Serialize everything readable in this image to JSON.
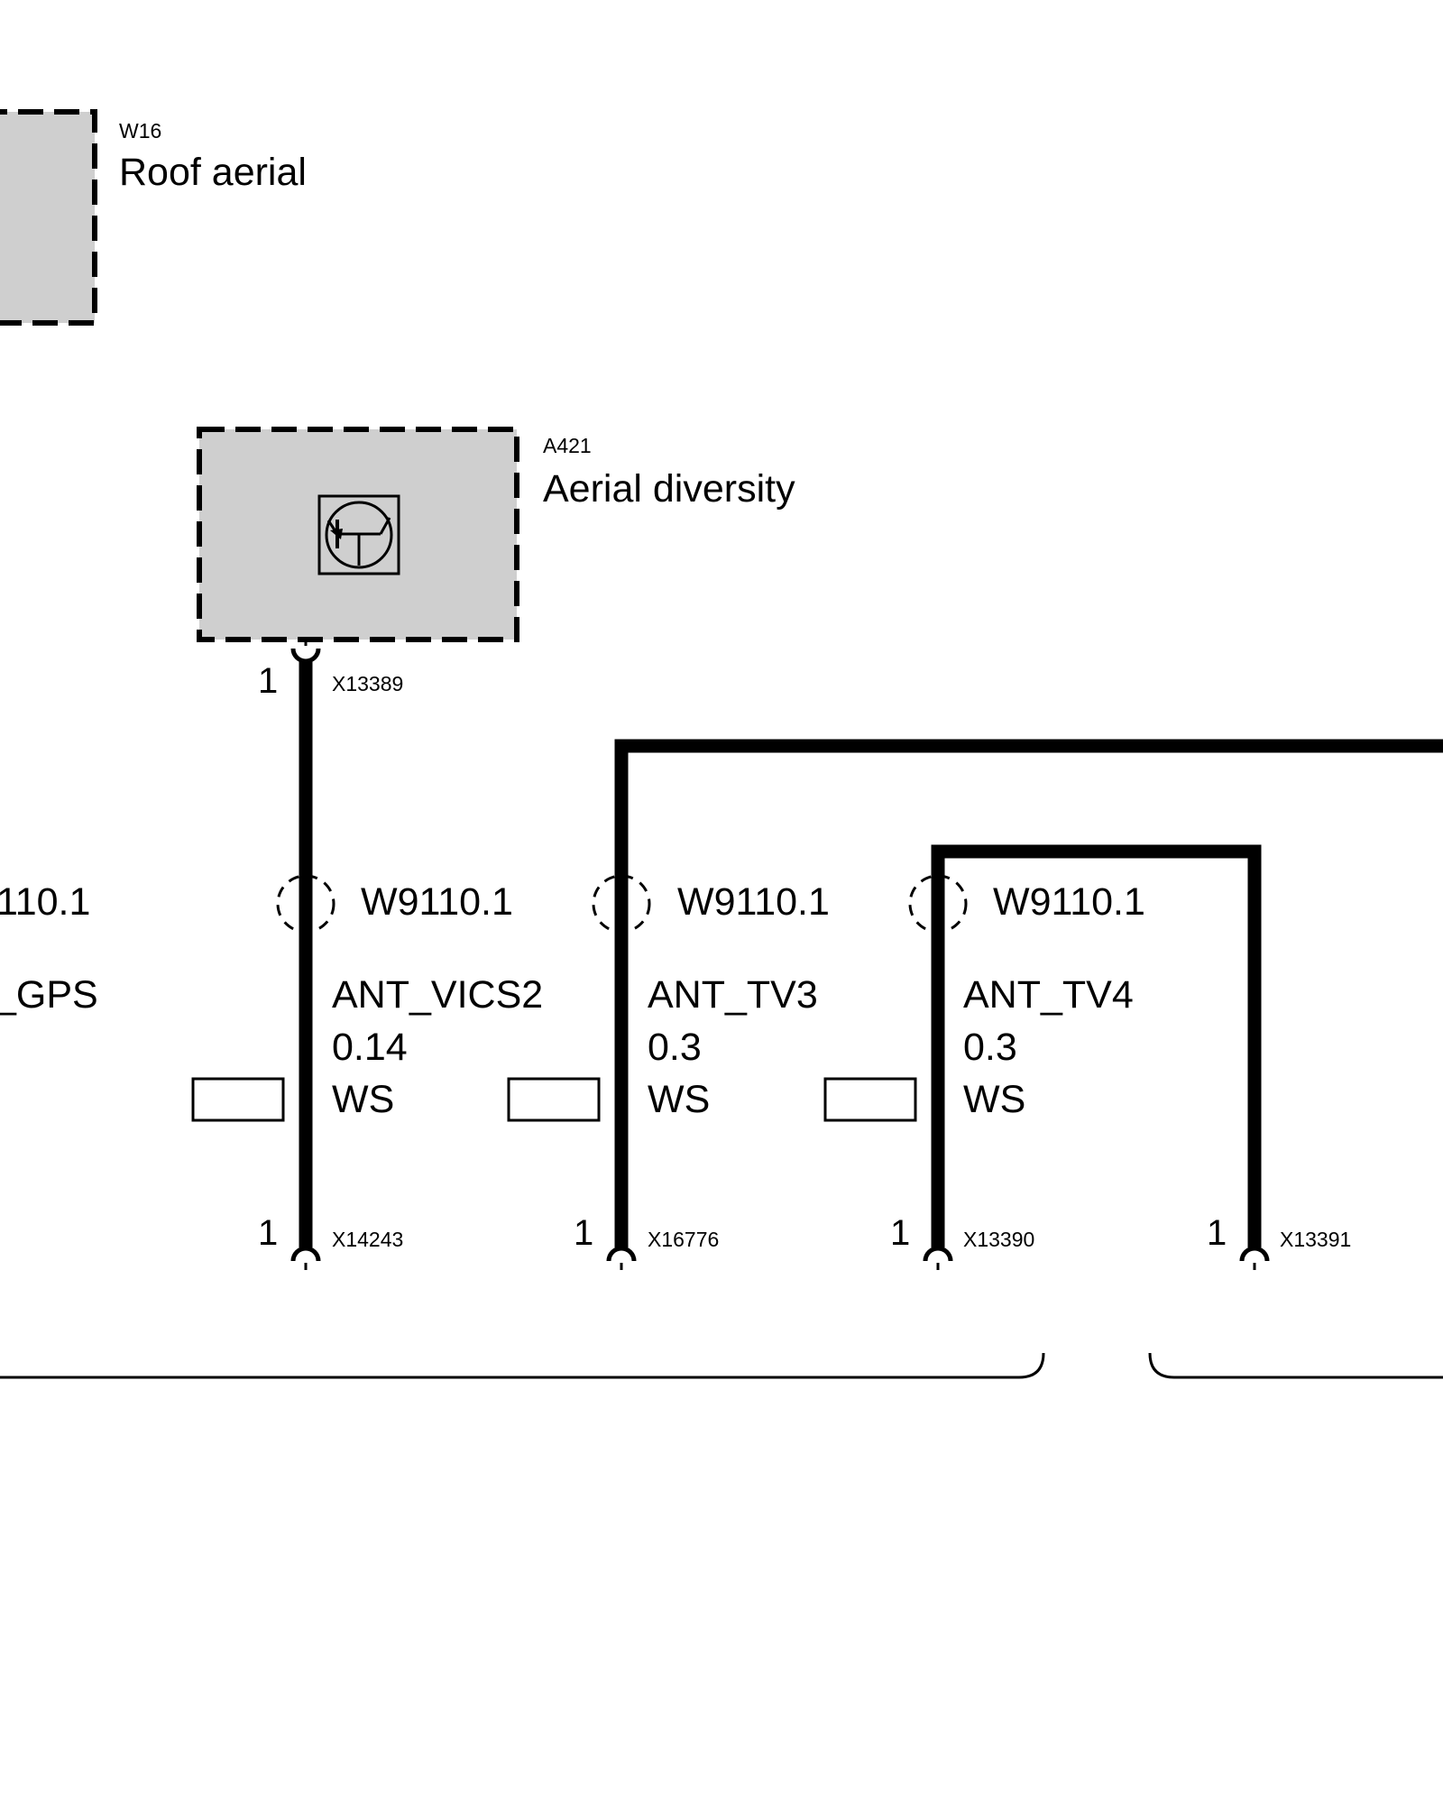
{
  "components": {
    "roof_aerial": {
      "code": "W16",
      "name": "Roof aerial"
    },
    "aerial_diversity": {
      "code": "A421",
      "name": "Aerial diversity",
      "connector": "X13389",
      "pin": "1"
    }
  },
  "wires": [
    {
      "shield": "110.1",
      "signal": "_GPS"
    },
    {
      "shield": "W9110.1",
      "signal": "ANT_VICS2",
      "size": "0.14",
      "color": "WS",
      "connector": "X14243",
      "pin": "1"
    },
    {
      "shield": "W9110.1",
      "signal": "ANT_TV3",
      "size": "0.3",
      "color": "WS",
      "connector": "X16776",
      "pin": "1"
    },
    {
      "shield": "W9110.1",
      "signal": "ANT_TV4",
      "size": "0.3",
      "color": "WS",
      "connector": "X13390",
      "pin": "1"
    },
    {
      "connector": "X13391",
      "pin": "1"
    }
  ],
  "colors": {
    "line": "#000000",
    "component_fill": "#cfcfcf"
  }
}
